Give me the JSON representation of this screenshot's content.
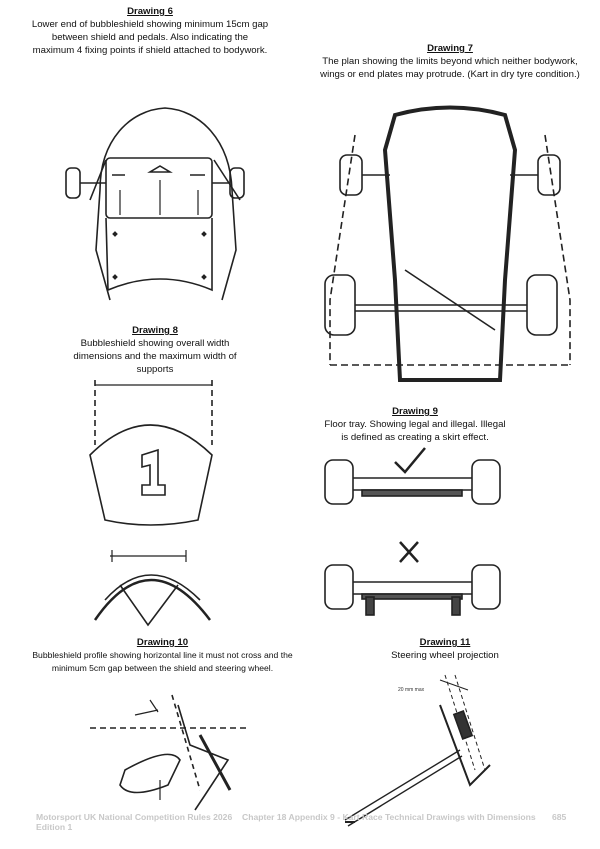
{
  "drawings": {
    "d6": {
      "title": "Drawing 6",
      "text": "Lower end of bubbleshield showing minimum 15cm gap between shield and pedals. Also indicating the maximum 4 fixing points if shield attached to bodywork."
    },
    "d7": {
      "title": "Drawing 7",
      "text": "The plan showing the limits beyond which neither bodywork, wings or end plates may protrude. (Kart in dry tyre condition.)"
    },
    "d8": {
      "title": "Drawing 8",
      "text": "Bubbleshield showing overall width dimensions and the maximum width of supports",
      "number_label": "1"
    },
    "d9": {
      "title": "Drawing 9",
      "text": "Floor tray. Showing legal and illegal. Illegal is defined as creating a skirt effect."
    },
    "d10": {
      "title": "Drawing 10",
      "text": "Bubbleshield profile showing horizontal line it must not cross and the minimum 5cm gap between the shield and steering wheel."
    },
    "d11": {
      "title": "Drawing 11",
      "text": "Steering wheel projection",
      "dimension_label": "20 mm max"
    }
  },
  "footer": {
    "left_line1": "Motorsport UK National Competition Rules 2026",
    "left_line2": "Edition 1",
    "center": "Chapter 18 Appendix 9 - Kart Race Technical Drawings with Dimensions",
    "page": "685"
  }
}
